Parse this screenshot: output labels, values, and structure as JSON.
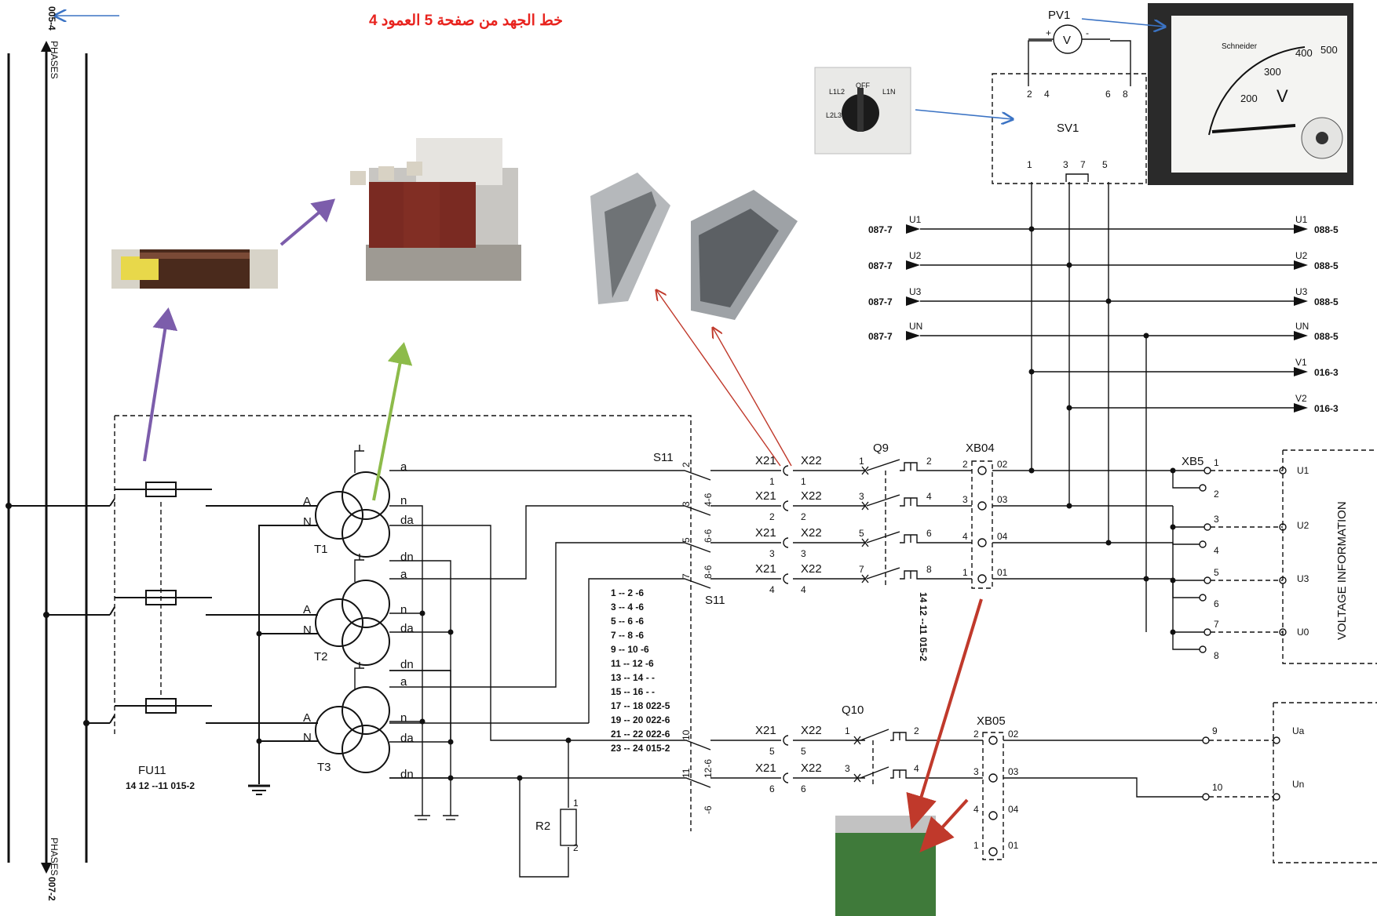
{
  "annotation": {
    "text": "خط الجهد من صفحة 5 العمود 4",
    "color": "#e8231e"
  },
  "bus": {
    "top_ref": "005-4",
    "top_label": "PHASES",
    "bottom_ref": "007-2",
    "bottom_label": "PHASES"
  },
  "fuse": {
    "name": "FU11",
    "ref_line": "14 12 --11 015-2"
  },
  "transformers": [
    "T1",
    "T2",
    "T3"
  ],
  "winding_terminals": [
    "a",
    "n",
    "da",
    "dn"
  ],
  "primary_terminals": [
    "A",
    "N"
  ],
  "switch": {
    "name": "S11",
    "top_label": "S11",
    "bottom_label": "S11",
    "pins_left": [
      "2",
      "3",
      "5",
      "7",
      "10",
      "11"
    ],
    "pins_right": [
      "4-6",
      "6-6",
      "8-6",
      "12-6",
      "-6"
    ],
    "contact_table": [
      "1 -- 2  -6",
      "3 -- 4  -6",
      "5 -- 6  -6",
      "7 -- 8  -6",
      "9 -- 10  -6",
      "11 -- 12  -6",
      "13 -- 14  - -",
      "15 -- 16  - -",
      "17 -- 18  022-5",
      "19 -- 20  022-6",
      "21 -- 22  022-6",
      "23 -- 24  015-2"
    ]
  },
  "resistor": {
    "name": "R2",
    "pin1": "1",
    "pin2": "2"
  },
  "connectors": {
    "left_name": "X21",
    "right_name": "X22",
    "pins": [
      "1",
      "2",
      "3",
      "4",
      "5",
      "6"
    ]
  },
  "breakers": {
    "q9": "Q9",
    "q10": "Q10",
    "q9_pins": [
      "1",
      "2",
      "3",
      "4",
      "5",
      "6",
      "7",
      "8"
    ],
    "q10_pins": [
      "1",
      "2",
      "3",
      "4"
    ],
    "q9_ref": "14 12 --11 015-2"
  },
  "terminal_blocks": {
    "xb04": {
      "name": "XB04",
      "inner": [
        "2",
        "3",
        "4",
        "1"
      ],
      "outer": [
        "02",
        "03",
        "04",
        "01"
      ]
    },
    "xb05": {
      "name": "XB05",
      "inner": [
        "2",
        "3",
        "4",
        "1"
      ],
      "outer": [
        "02",
        "03",
        "04",
        "01"
      ]
    },
    "xb5": {
      "name": "XB5",
      "pins": [
        "1",
        "2",
        "3",
        "4",
        "5",
        "6",
        "7",
        "8",
        "9",
        "10"
      ]
    }
  },
  "voltmeter": {
    "name": "PV1",
    "symbol": "V",
    "plus": "+",
    "minus": "-",
    "scale": [
      "200",
      "300",
      "400",
      "500"
    ],
    "brand": "Schneider",
    "unit": "V"
  },
  "selector": {
    "name": "SV1",
    "top_pins": [
      "2",
      "4",
      "6",
      "8"
    ],
    "bottom_pins": [
      "1",
      "3",
      "7",
      "5"
    ],
    "positions": [
      "L1L2",
      "OFF",
      "L1N",
      "L2L3"
    ]
  },
  "signals_in": [
    {
      "ref": "087-7",
      "label": "U1"
    },
    {
      "ref": "087-7",
      "label": "U2"
    },
    {
      "ref": "087-7",
      "label": "U3"
    },
    {
      "ref": "087-7",
      "label": "UN"
    }
  ],
  "signals_out": [
    {
      "label": "U1",
      "ref": "088-5"
    },
    {
      "label": "U2",
      "ref": "088-5"
    },
    {
      "label": "U3",
      "ref": "088-5"
    },
    {
      "label": "UN",
      "ref": "088-5"
    },
    {
      "label": "V1",
      "ref": "016-3"
    },
    {
      "label": "V2",
      "ref": "016-3"
    }
  ],
  "voltage_info": {
    "title": "VOLTAGE INFORMATION",
    "outputs": [
      "U1",
      "U2",
      "U3",
      "U0"
    ],
    "aux": [
      "Ua",
      "Un"
    ]
  }
}
